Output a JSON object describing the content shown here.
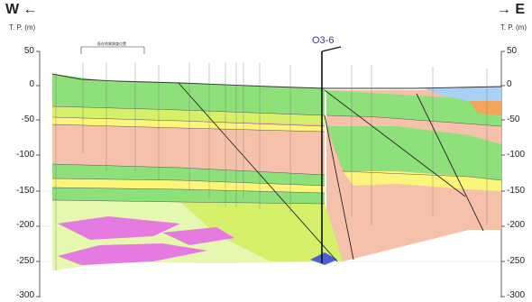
{
  "header": {
    "west_label": "W ←",
    "east_label": "→ E",
    "unit_left": "T. P. (m)",
    "unit_right": "T. P. (m)"
  },
  "axis": {
    "ticks": [
      "50",
      "0",
      "-50",
      "-100",
      "-150",
      "-200",
      "-250",
      "-300"
    ]
  },
  "section": {
    "well_name": "O3-6",
    "top_note": "既存地質調査位置"
  },
  "colors": {
    "green": "#8ee07a",
    "yellow_green": "#d6f06a",
    "salmon": "#f6c1ab",
    "yellow": "#fbf57a",
    "pale_green": "#e6f8b0",
    "magenta": "#e57be0",
    "blue": "#a9d0f5",
    "orange": "#f5a55a",
    "violet_label": "#3a2fa8"
  }
}
